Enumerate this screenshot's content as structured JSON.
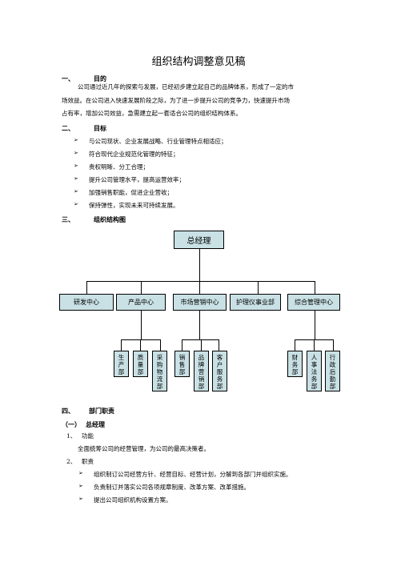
{
  "title": "组织结构调整意见稿",
  "sec1": {
    "num": "一、",
    "heading": "目的",
    "para1": "公司通过近几年的探索与发展，已经初步建立起自己的品牌体系，形成了一定的市",
    "para2": "场效益。在公司进入快速发展阶段之际，为了进一步提升公司的竞争力，快速提升市场",
    "para3": "占有率，增加公司效益，急需建立起一套适合公司的组织结构体系。"
  },
  "sec2": {
    "num": "二、",
    "heading": "目标",
    "bullets": [
      "与公司现状、企业发展战略、行业管理特点相适应；",
      "符合现代企业规范化管理的特征；",
      "责权明晰、分工合理；",
      "提升公司管理水平，提高运营效率；",
      "加强销售职能，促进企业营收；",
      "保持弹性，实现未来可持续发展。"
    ]
  },
  "sec3": {
    "num": "三、",
    "heading": "组织结构图"
  },
  "org": {
    "top": "总经理",
    "level1": [
      "研发中心",
      "产品中心",
      "市场营销中心",
      "护理仪事业部",
      "综合管理中心"
    ],
    "product_children": [
      [
        "生",
        "产",
        "部"
      ],
      [
        "质",
        "量",
        "部"
      ],
      [
        "采",
        "购",
        "物",
        "流",
        "部"
      ]
    ],
    "marketing_children": [
      [
        "销",
        "售",
        "部"
      ],
      [
        "品",
        "牌",
        "营",
        "销",
        "部"
      ],
      [
        "客",
        "户",
        "服",
        "务",
        "部"
      ]
    ],
    "admin_children": [
      [
        "财",
        "务",
        "部"
      ],
      [
        "人",
        "事",
        "法",
        "务",
        "部"
      ],
      [
        "行",
        "政",
        "后",
        "勤",
        "部"
      ]
    ]
  },
  "sec4": {
    "num": "四、",
    "heading": "部门职责",
    "sub_num": "（一）",
    "sub_heading": "总经理",
    "item1_num": "1、",
    "item1_label": "功能",
    "item1_text": "全面统筹公司的经营管理，为公司的最高决策者。",
    "item2_num": "2、",
    "item2_label": "职责",
    "duties": [
      "组织制订公司经营方针、经营目标、经营计划，分解到各部门并组织实施。",
      "负责制订并落实公司各项规章制度、改革方案、改革措施。",
      "提出公司组织机构设置方案。"
    ]
  },
  "colors": {
    "box_fill": "#c9e1e5",
    "line": "#000000"
  }
}
